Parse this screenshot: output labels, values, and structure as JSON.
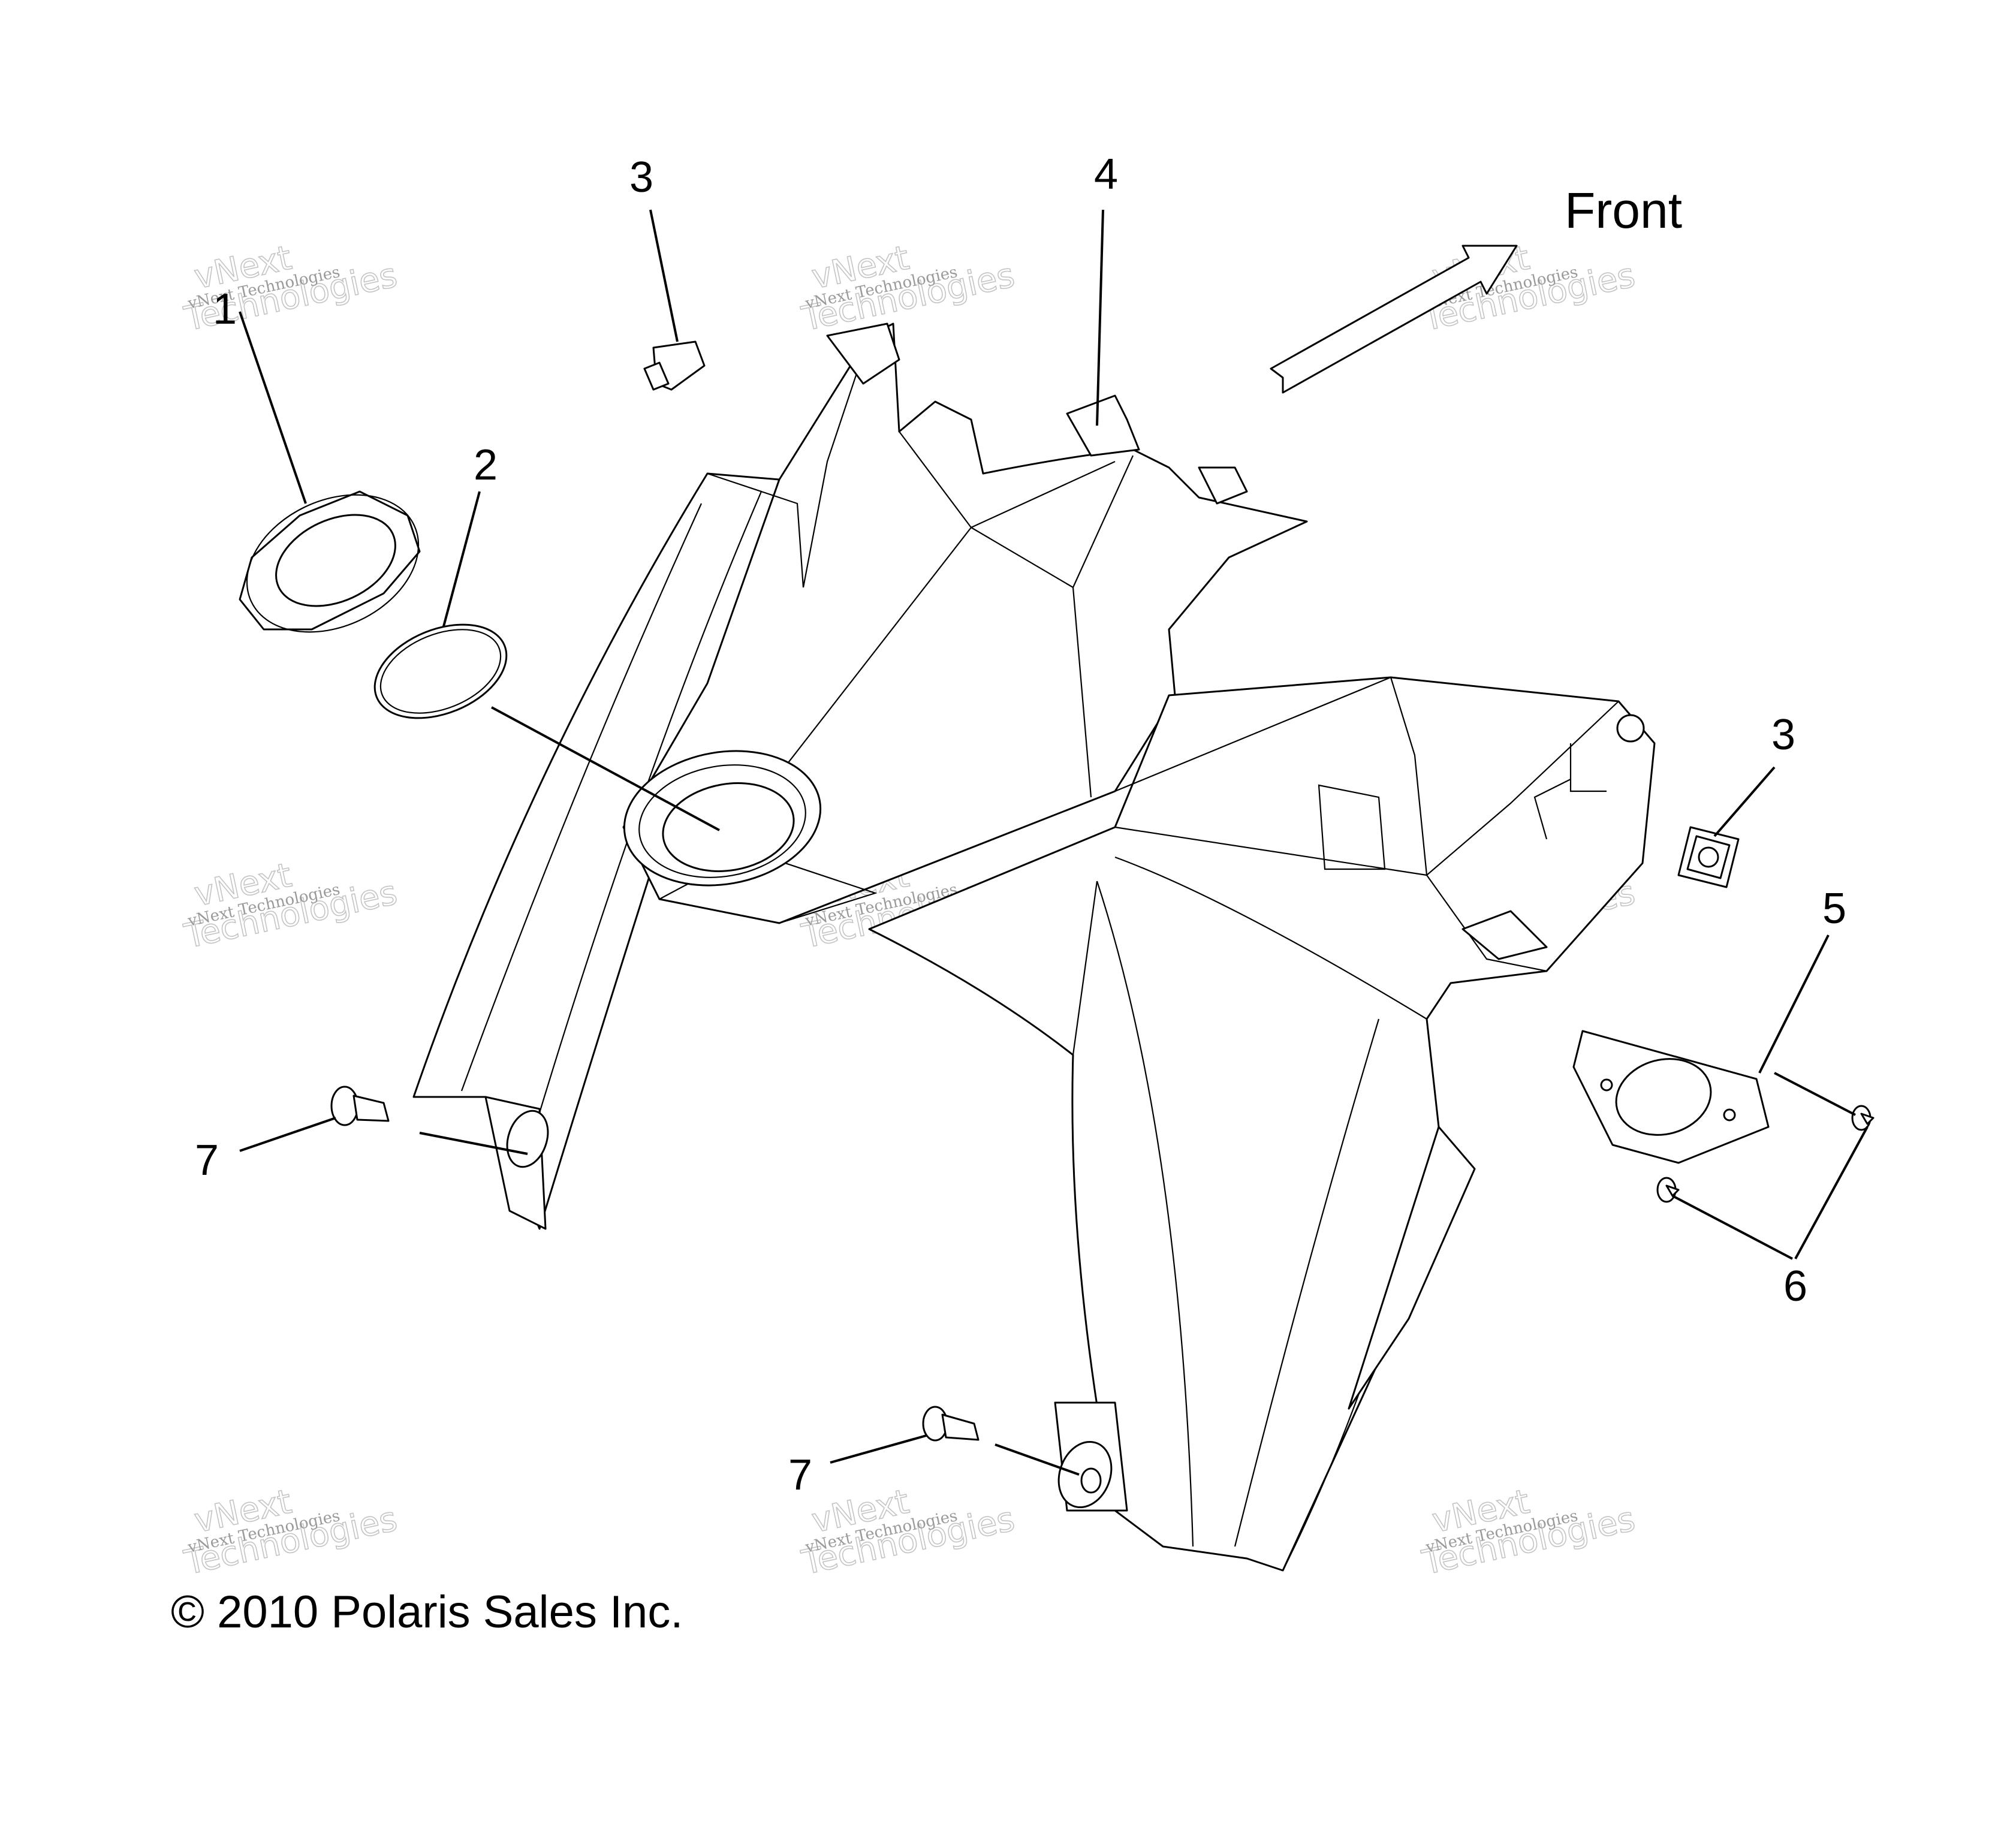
{
  "labels": {
    "front": "Front",
    "copyright": "© 2010 Polaris Sales Inc."
  },
  "callouts": [
    {
      "id": "c1",
      "text": "1"
    },
    {
      "id": "c2",
      "text": "2"
    },
    {
      "id": "c3a",
      "text": "3"
    },
    {
      "id": "c3b",
      "text": "3"
    },
    {
      "id": "c4",
      "text": "4"
    },
    {
      "id": "c5",
      "text": "5"
    },
    {
      "id": "c6",
      "text": "6"
    },
    {
      "id": "c7a",
      "text": "7"
    },
    {
      "id": "c7b",
      "text": "7"
    }
  ],
  "watermark": {
    "line1": "vNext Technologies",
    "line2a": "vNext",
    "line2b": "Technologies"
  }
}
